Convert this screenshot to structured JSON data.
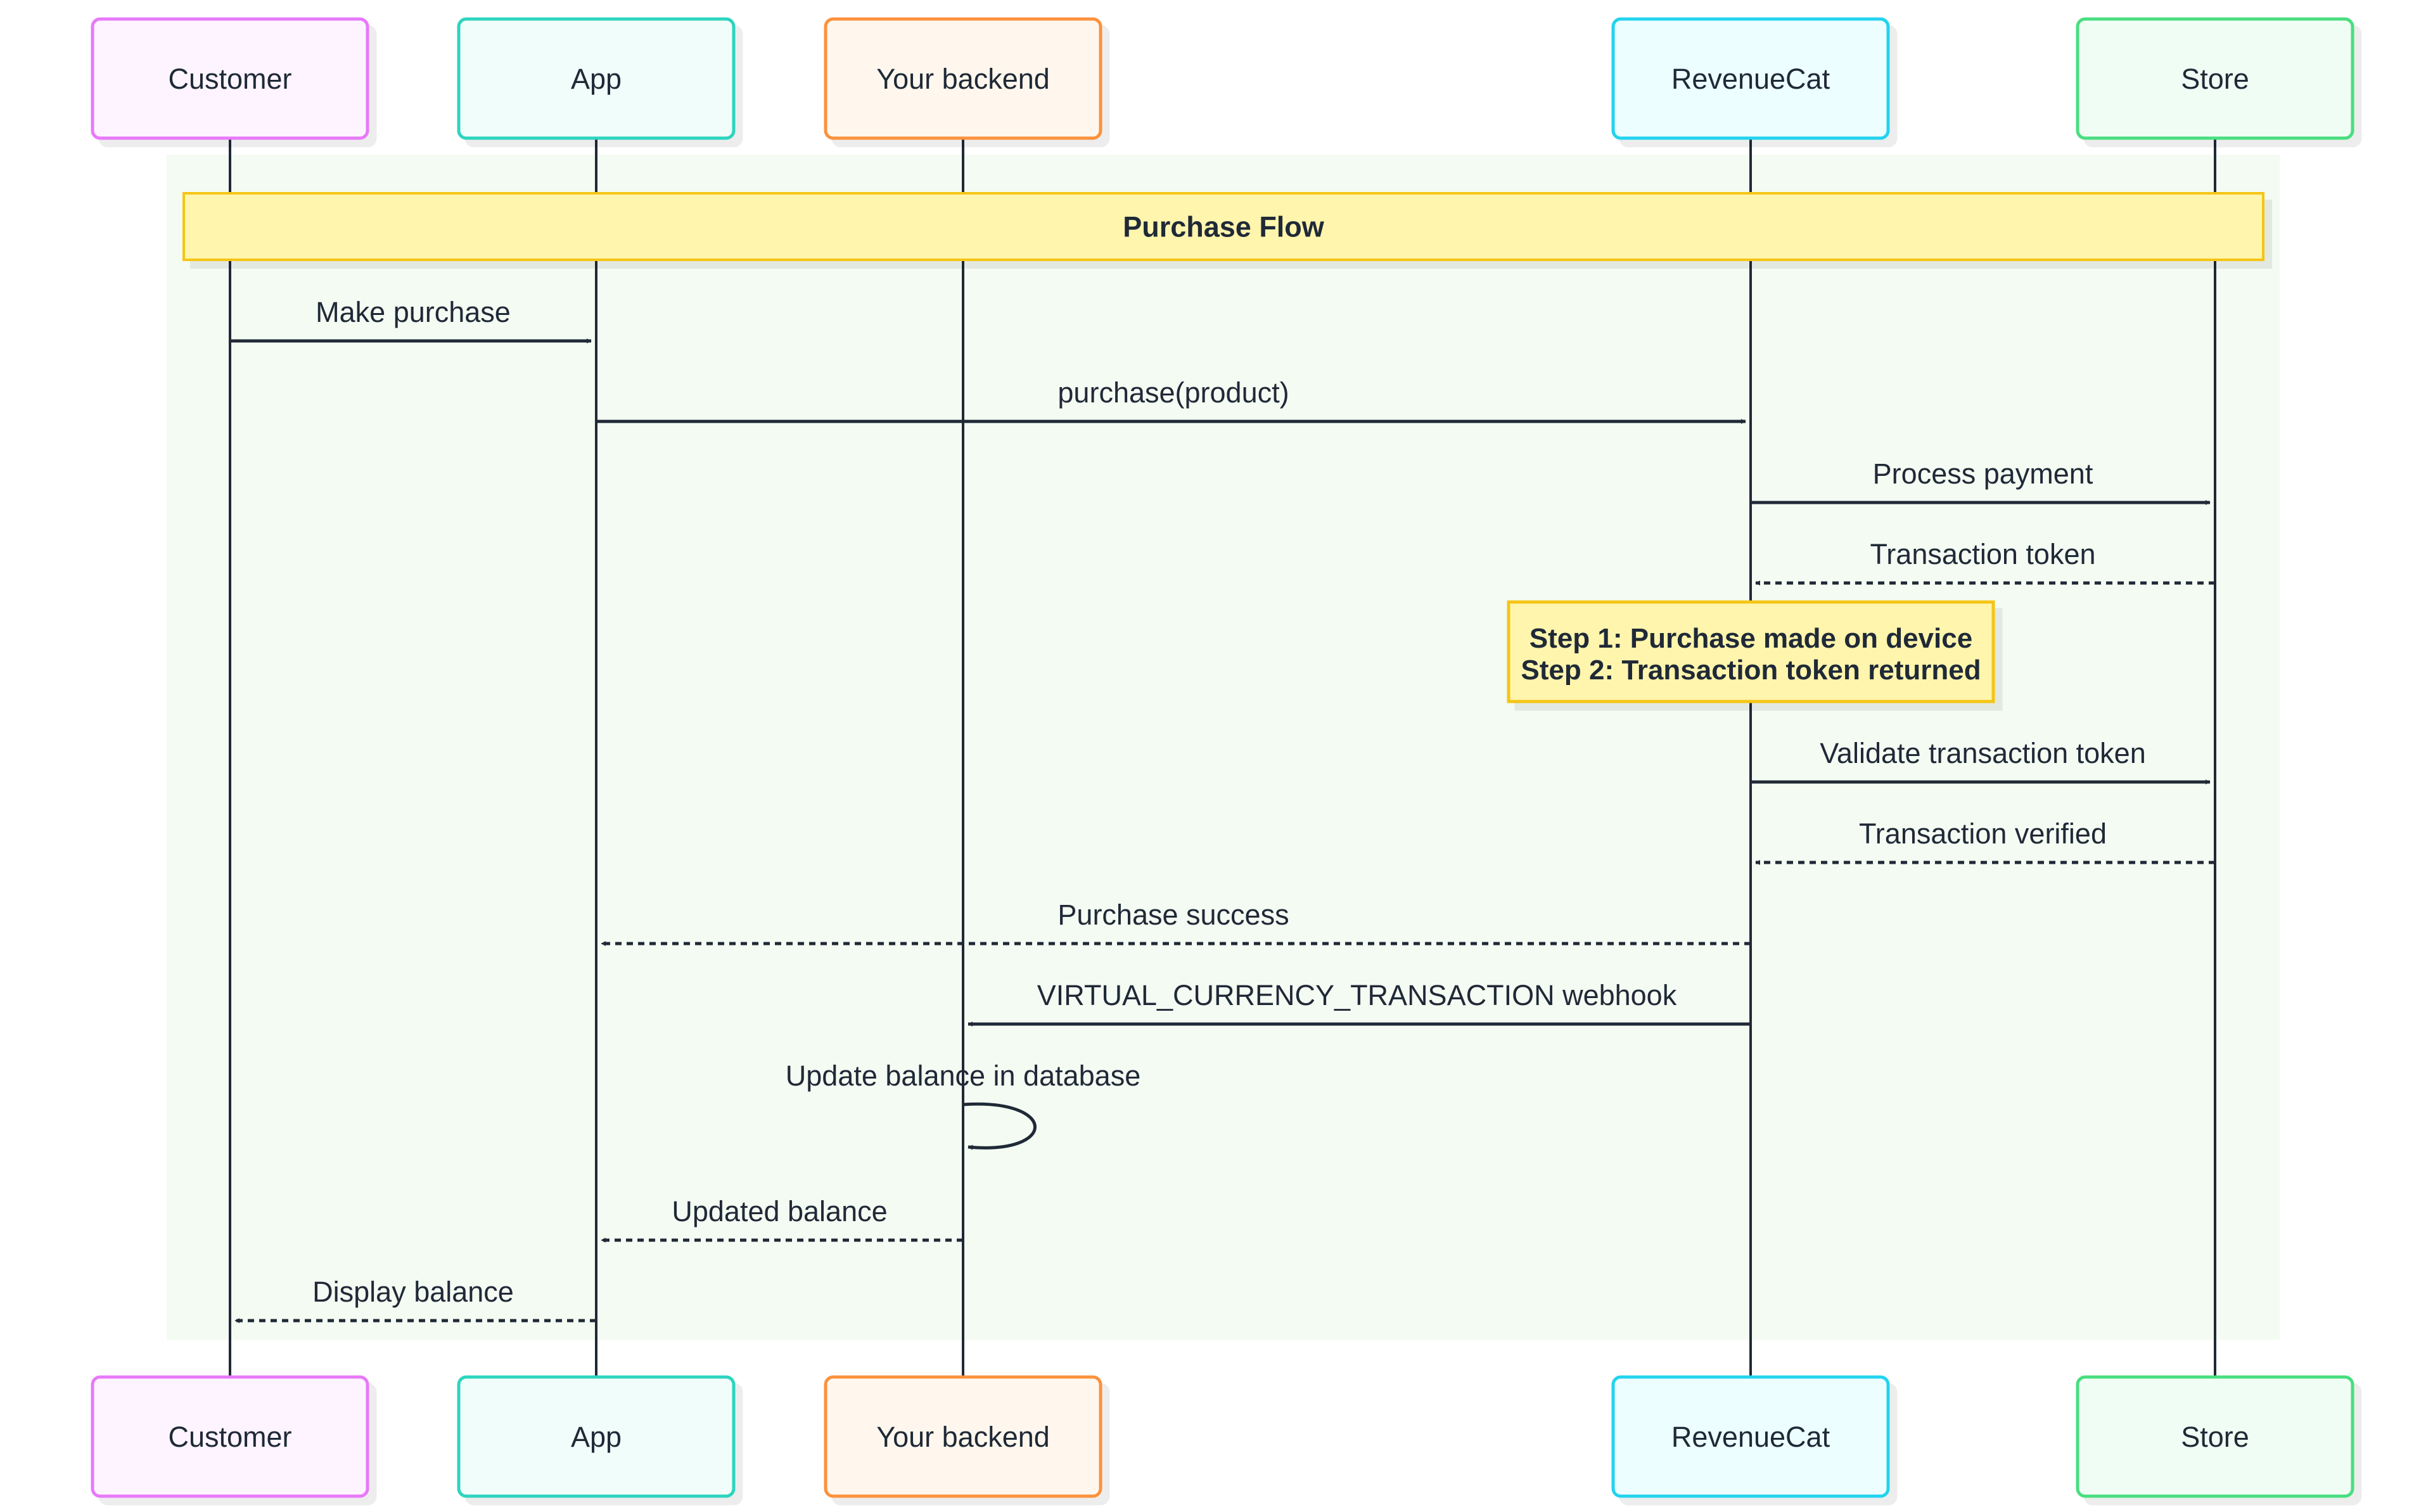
{
  "diagram": {
    "type": "sequence",
    "participants": [
      {
        "id": "customer",
        "label": "Customer",
        "fill": "#fdf4ff",
        "stroke": "#e879f9"
      },
      {
        "id": "app",
        "label": "App",
        "fill": "#f0fdfa",
        "stroke": "#2dd4bf"
      },
      {
        "id": "backend",
        "label": "Your backend",
        "fill": "#fff7ed",
        "stroke": "#fb923c"
      },
      {
        "id": "revenuecat",
        "label": "RevenueCat",
        "fill": "#ecfeff",
        "stroke": "#22d3ee"
      },
      {
        "id": "store",
        "label": "Store",
        "fill": "#f0fdf4",
        "stroke": "#4ade80"
      }
    ],
    "group": {
      "label": "Purchase Flow",
      "background": "#f4fbf2",
      "header_fill": "#fff5ad",
      "header_stroke": "#f5c518"
    },
    "note": {
      "lines": [
        "Step 1: Purchase made on device",
        "Step 2: Transaction token returned"
      ],
      "over": "revenuecat",
      "fill": "#fff5ad",
      "stroke": "#f5c518"
    },
    "messages": [
      {
        "from": "customer",
        "to": "app",
        "label": "Make purchase",
        "style": "solid"
      },
      {
        "from": "app",
        "to": "revenuecat",
        "label": "purchase(product)",
        "style": "solid"
      },
      {
        "from": "revenuecat",
        "to": "store",
        "label": "Process payment",
        "style": "solid"
      },
      {
        "from": "store",
        "to": "revenuecat",
        "label": "Transaction token",
        "style": "dashed"
      },
      {
        "from": "revenuecat",
        "to": "store",
        "label": "Validate transaction token",
        "style": "solid"
      },
      {
        "from": "store",
        "to": "revenuecat",
        "label": "Transaction verified",
        "style": "dashed"
      },
      {
        "from": "revenuecat",
        "to": "app",
        "label": "Purchase success",
        "style": "dashed"
      },
      {
        "from": "revenuecat",
        "to": "backend",
        "label": "VIRTUAL_CURRENCY_TRANSACTION webhook",
        "style": "solid"
      },
      {
        "from": "backend",
        "to": "backend",
        "label": "Update balance in database",
        "style": "solid"
      },
      {
        "from": "backend",
        "to": "app",
        "label": "Updated balance",
        "style": "dashed"
      },
      {
        "from": "app",
        "to": "customer",
        "label": "Display balance",
        "style": "dashed"
      }
    ],
    "line_color": "#1f2937"
  }
}
